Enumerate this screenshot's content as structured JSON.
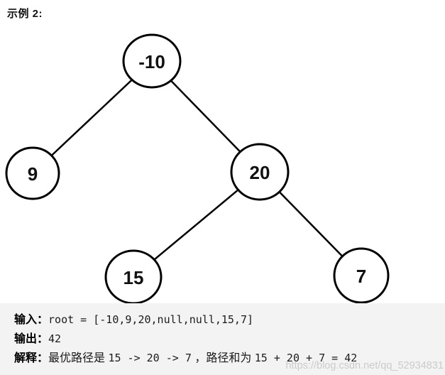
{
  "title": "示例 2:",
  "tree": {
    "nodes": [
      {
        "label": "-10"
      },
      {
        "label": "9"
      },
      {
        "label": "20"
      },
      {
        "label": "15"
      },
      {
        "label": "7"
      }
    ],
    "structure": "root=-10, left=9, right=20, 20.left=15, 20.right=7"
  },
  "example": {
    "input_label": "输入：",
    "input_value": "root = [-10,9,20,null,null,15,7]",
    "output_label": "输出：",
    "output_value": "42",
    "explain_label": "解释：",
    "explain_text_1": "最优路径是 ",
    "explain_code_1": "15 -> 20 -> 7",
    "explain_text_2": " ，路径和为 ",
    "explain_code_2": "15 + 20 + 7 = 42"
  },
  "watermark": "https://blog.csdn.net/qq_52934831",
  "colors": {
    "panel_background": "#f3f3f3",
    "node_stroke": "#000000",
    "watermark_color": "#c5c5c5",
    "text_color": "#1a1a1a"
  }
}
